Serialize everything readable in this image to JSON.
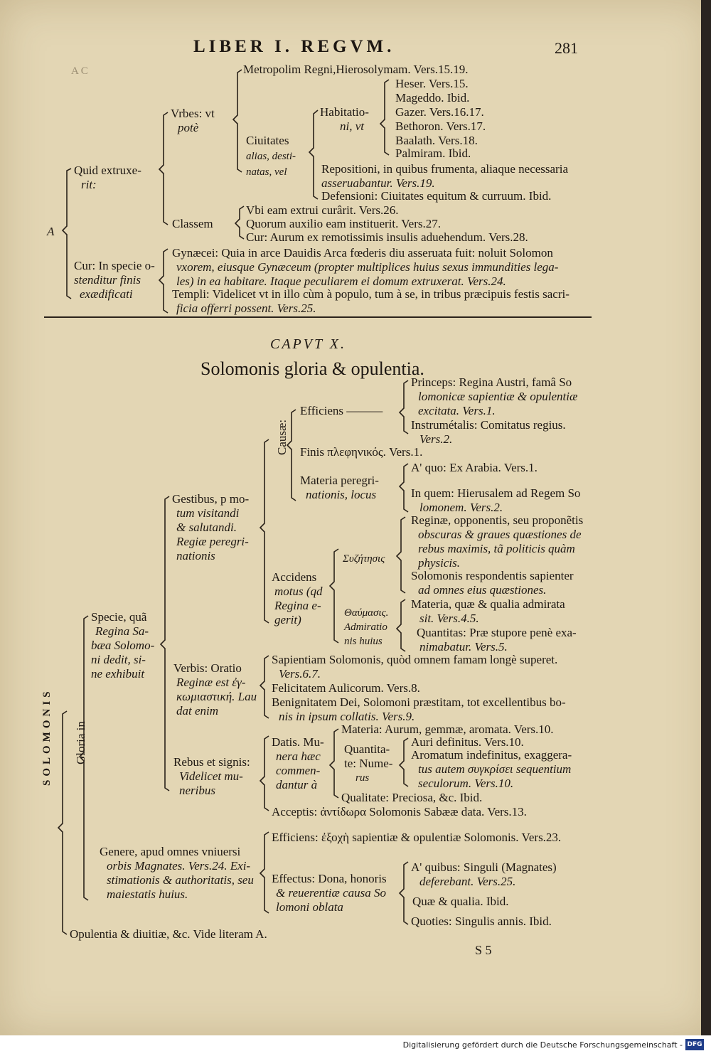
{
  "header": {
    "running_title": "LIBER I. REGVM.",
    "page_number": "281"
  },
  "top": {
    "faint_mark": "A C",
    "metropolim": "Metropolim Regni,Hierosolymam. Vers.15.19.",
    "heser": "Heser. Vers.15.",
    "mageddo": "Mageddo. Ibid.",
    "gazer": "Gazer. Vers.16.17.",
    "bethoron": "Bethoron. Vers.17.",
    "baalath": "Baalath. Vers.18.",
    "palmiram": "Palmiram. Ibid.",
    "vrbes_1": "Vrbes: vt",
    "vrbes_2": "potè",
    "habitationi_1": "Habitatio-",
    "habitationi_2": "ni, vt",
    "ciuitates_1": "Ciuitates",
    "ciuitates_2": "alias, desti-",
    "ciuitates_3": "natas, vel",
    "repositioni_1": "Repositioni, in quibus frumenta, aliaque necessaria",
    "repositioni_2": "asseruabantur. Vers.19.",
    "defensioni": "Defensioni: Ciuitates equitum & curruum. Ibid.",
    "quid_1": "Quid extruxe-",
    "quid_2": "rit:",
    "letter_a": "A",
    "classem": "Classem",
    "vbi": "Vbi eam extrui curârit. Vers.26.",
    "quorum": "Quorum auxilio eam instituerit. Vers.27.",
    "cur_classem": "Cur: Aurum ex remotissimis insulis aduehendum. Vers.28.",
    "cur_1": "Cur: In specie o-",
    "cur_2": "stenditur finis",
    "cur_3": "exædificati",
    "gynaecei_1": "Gynæcei: Quia in arce Dauidis Arca fœderis diu asseruata fuit: noluit Solomon",
    "gynaecei_2": "vxorem, eiusque Gynæceum (propter multiplices huius sexus immundities lega-",
    "gynaecei_3": "les) in ea habitare. Itaque peculiarem ei domum extruxerat. Vers.24.",
    "templi_1": "Templi: Videlicet vt in illo cùm à populo, tum à se, in tribus præcipuis festis sacri-",
    "templi_2": "ficia offerri possent. Vers.25."
  },
  "chapter": {
    "caput": "CAPVT X.",
    "title": "Solomonis gloria & opulentia."
  },
  "bottom": {
    "princeps_1": "Princeps: Regina Austri, famâ So",
    "princeps_2": "lomonicæ sapientiæ & opulentiæ",
    "princeps_3": "excitata. Vers.1.",
    "efficiens": "Efficiens ——— ",
    "instrumetalis_1": "Instrumétalis: Comitatus regius.",
    "instrumetalis_2": "Vers.2.",
    "causae": "Causæ:",
    "finis": "Finis πλεφηνικός. Vers.1.",
    "a_quo": "A' quo: Ex Arabia. Vers.1.",
    "materia_1": "Materia peregri-",
    "materia_2": "nationis, locus",
    "in_quem_1": "In quem: Hierusalem ad Regem So",
    "in_quem_2": "lomonem. Vers.2.",
    "gestibus_1": "Gestibus, p mo-",
    "gestibus_2": "tum visitandi",
    "gestibus_3": "& salutandi.",
    "gestibus_4": "Regiæ peregri-",
    "gestibus_5": "nationis",
    "reginae_1": "Reginæ, opponentis, seu proponẽtis",
    "reginae_2": "obscuras & graues quæstiones de",
    "reginae_3": "rebus maximis, tã politicis quàm",
    "reginae_4": "physicis.",
    "syzetesis": "Συζήτησις",
    "solomonis_resp_1": "Solomonis respondentis sapienter",
    "solomonis_resp_2": "ad omnes eius quæstiones.",
    "accidens_1": "Accidens",
    "accidens_2": "motus (qd",
    "accidens_3": "Regina e-",
    "accidens_4": "gerit)",
    "thaumasis_1": "Θαύμασις.",
    "thaumasis_2": "Admiratio",
    "thaumasis_3": "nis huius",
    "materia_qua_1": "Materia, quæ & qualia admirata",
    "materia_qua_2": "sit. Vers.4.5.",
    "quantitas_1": "Quantitas: Præ stupore penè exa-",
    "quantitas_2": "nimabatur. Vers.5.",
    "specie_1": "Specie, quã",
    "specie_2": "Regina Sa-",
    "specie_3": "bæa Solomo-",
    "specie_4": "ni dedit, si-",
    "specie_5": "ne exhibuit",
    "sapientiam_1": "Sapientiam Solomonis, quòd omnem famam longè superet.",
    "sapientiam_2": "Vers.6.7.",
    "verbis_1": "Verbis: Oratio",
    "verbis_2": "Reginæ est ἐγ-",
    "verbis_3": "κωμιαστική. Lau",
    "verbis_4": "dat enim",
    "felicitatem": "Felicitatem Aulicorum. Vers.8.",
    "benignitatem_1": "Benignitatem Dei, Solomoni præstitam, tot excellentibus bo-",
    "benignitatem_2": "nis in ipsum collatis. Vers.9.",
    "materia_aurum": "Materia: Aurum, gemmæ, aromata. Vers.10.",
    "datis_1": "Datis. Mu-",
    "datis_2": "nera hæc",
    "datis_3": "commen-",
    "datis_4": "dantur à",
    "quantitate_1": "Quantita-",
    "quantitate_2": "te: Nume-",
    "quantitate_3": "rus",
    "auri": "Auri definitus. Vers.10.",
    "aromatum_1": "Aromatum indefinitus, exaggera-",
    "aromatum_2": "tus autem συγκρίσει sequentium",
    "aromatum_3": "seculorum. Vers.10.",
    "rebus_1": "Rebus et signis:",
    "rebus_2": "Videlicet mu-",
    "rebus_3": "neribus",
    "qualitate": "Qualitate: Preciosa, &c. Ibid.",
    "acceptis": "Acceptis: ἀντίδωρα Solomonis Sabææ data. Vers.13.",
    "gloria_in": "Gloria in",
    "solomonis_vertical": "SOLOMONIS",
    "efficiens_gloria": "Efficiens: ἐξοχὴ sapientiæ & opulentiæ Solomonis. Vers.23.",
    "genere_1": "Genere, apud omnes vniuersi",
    "genere_2": "orbis Magnates. Vers.24. Exi-",
    "genere_3": "stimationis & authoritatis, seu",
    "genere_4": "maiestatis huius.",
    "a_quibus_1": "A' quibus: Singuli (Magnates)",
    "a_quibus_2": "deferebant. Vers.25.",
    "effectus_1": "Effectus: Dona, honoris",
    "effectus_2": "& reuerentiæ causa So",
    "effectus_3": "lomoni oblata",
    "quae_qualia": "Quæ & qualia. Ibid.",
    "quoties": "Quoties: Singulis annis. Ibid.",
    "opulentia": "Opulentia & diuitiæ, &c. Vide literam A.",
    "signature": "S 5"
  },
  "footer": {
    "credit": "Digitalisierung gefördert durch die Deutsche Forschungsgemeinschaft -",
    "logo": "DFG"
  }
}
